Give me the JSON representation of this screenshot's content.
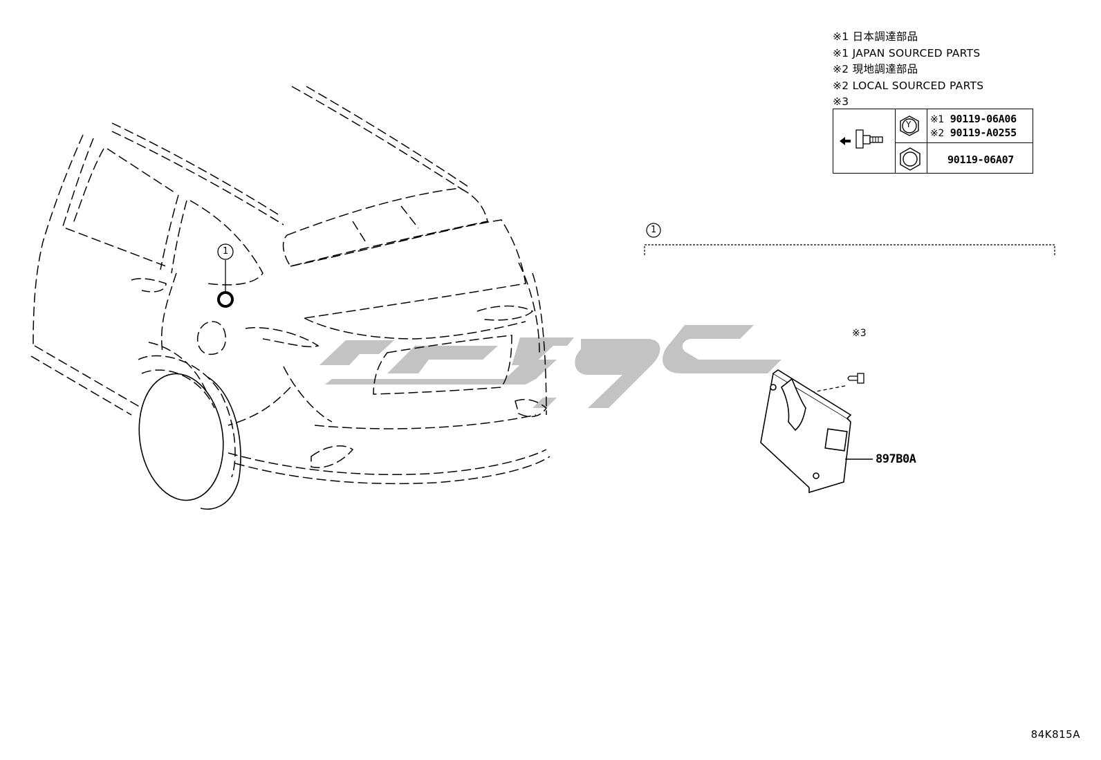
{
  "notes": [
    "※1 日本調達部品",
    "※1 JAPAN SOURCED PARTS",
    "※2 現地調達部品",
    "※2 LOCAL SOURCED PARTS",
    "※3"
  ],
  "fastener_table": {
    "row1": {
      "line1_mark": "※1",
      "line1_part": "90119-06A06",
      "line2_mark": "※2",
      "line2_part": "90119-A0255",
      "nut_letter": "Y"
    },
    "row2": {
      "part": "90119-06A07"
    }
  },
  "callouts": {
    "vehicle_marker": "1",
    "group_bracket": "1",
    "bolt_mark": "※3",
    "part_number": "897B0A"
  },
  "watermark": {
    "color": "#c0c0c0"
  },
  "footer": {
    "diagram_code": "84K815A"
  }
}
